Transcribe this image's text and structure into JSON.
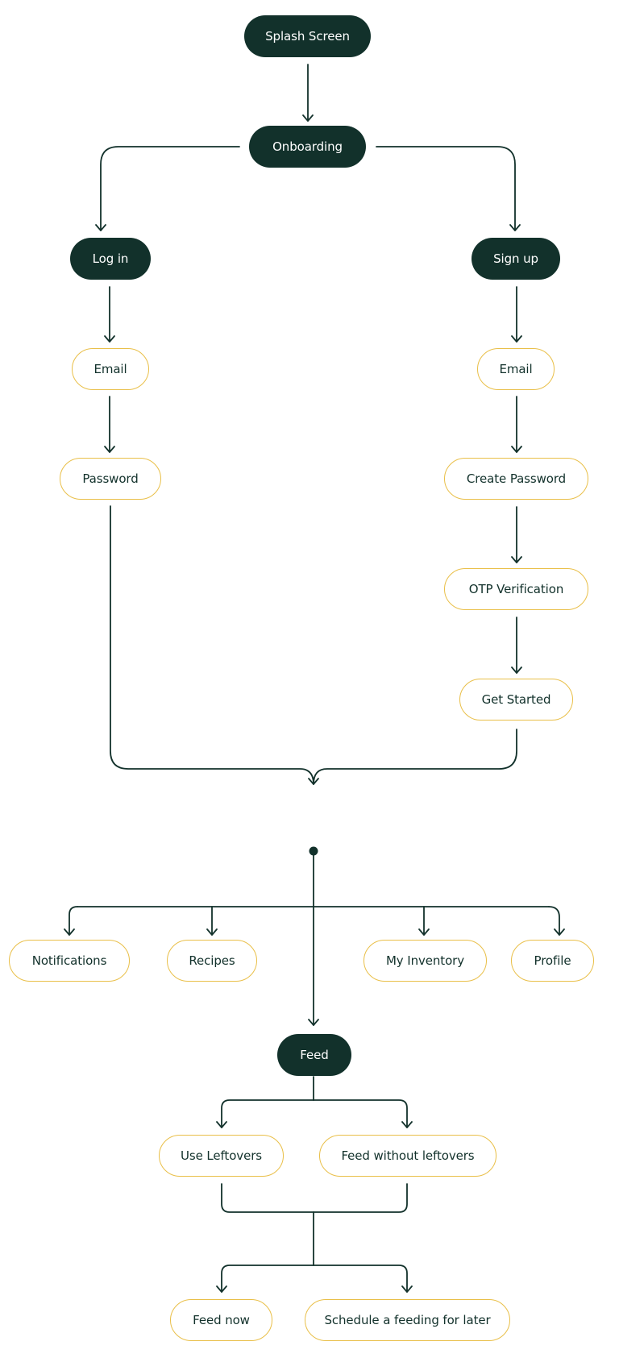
{
  "colors": {
    "primary_fill": "#12312b",
    "primary_text": "#ffffff",
    "outline_border": "#e9bf48",
    "connector": "#12312b",
    "background": "#ffffff"
  },
  "nodes": {
    "splash": "Splash Screen",
    "onboarding": "Onboarding",
    "login": "Log in",
    "signup": "Sign up",
    "login_email": "Email",
    "login_password": "Password",
    "signup_email": "Email",
    "create_password": "Create Password",
    "otp_verification": "OTP Verification",
    "get_started": "Get Started",
    "notifications": "Notifications",
    "recipes": "Recipes",
    "my_inventory": "My Inventory",
    "profile": "Profile",
    "feed": "Feed",
    "use_leftovers": "Use Leftovers",
    "feed_without_leftovers": "Feed without leftovers",
    "feed_now": "Feed now",
    "schedule_feeding": "Schedule a feeding for later"
  }
}
